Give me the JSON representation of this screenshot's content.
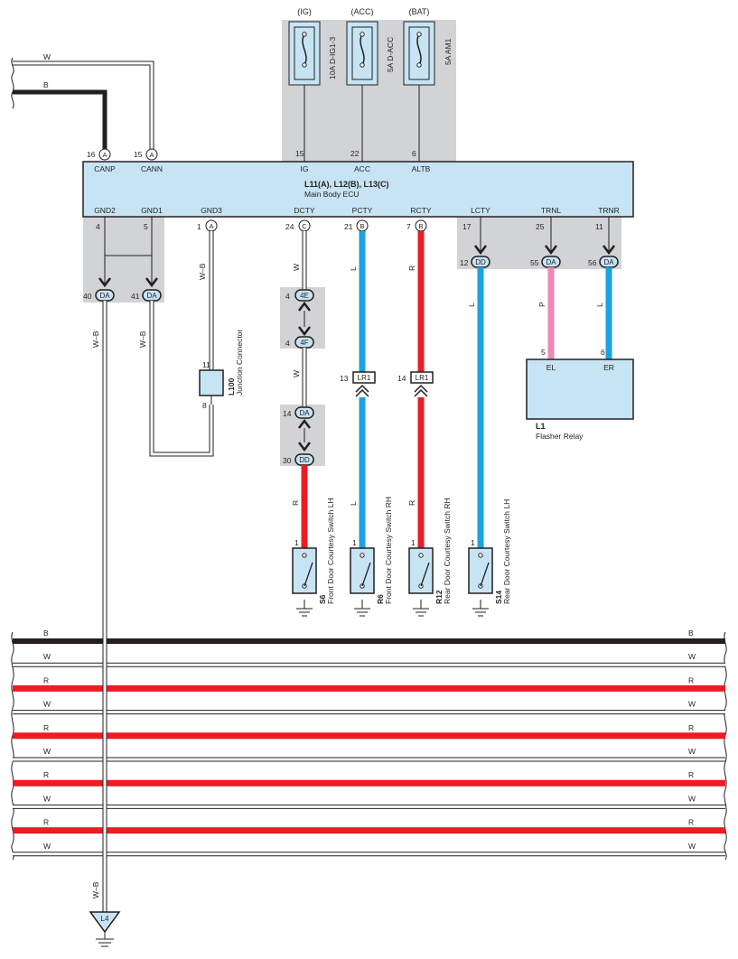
{
  "colors": {
    "black_wire": "#231f20",
    "blue_wire": "#1aa3df",
    "red_wire": "#ec1c24",
    "pink_wire": "#ef87b5",
    "component_fill": "#c7e4f4",
    "shade": "#d2d3d5"
  },
  "left_bus": {
    "w_label": "W",
    "b_label": "B"
  },
  "fuses": [
    {
      "source": "(IG)",
      "name": "10A D-IG1-3",
      "ecu_pin": "15",
      "ecu_label": "IG"
    },
    {
      "source": "(ACC)",
      "name": "5A D-ACC",
      "ecu_pin": "22",
      "ecu_label": "ACC"
    },
    {
      "source": "(BAT)",
      "name": "5A AM1",
      "ecu_pin": "6",
      "ecu_label": "ALTB"
    }
  ],
  "ecu": {
    "id": "L11(A), L12(B), L13(C)",
    "name": "Main Body ECU",
    "top_pins": [
      {
        "num": "16",
        "conn": "A",
        "label": "CANP"
      },
      {
        "num": "15",
        "conn": "A",
        "label": "CANN"
      }
    ],
    "bottom_pins": [
      {
        "num": "4",
        "conn": "",
        "label": "GND2"
      },
      {
        "num": "5",
        "conn": "",
        "label": "GND1"
      },
      {
        "num": "1",
        "conn": "A",
        "label": "GND3"
      },
      {
        "num": "24",
        "conn": "C",
        "label": "DCTY"
      },
      {
        "num": "21",
        "conn": "B",
        "label": "PCTY"
      },
      {
        "num": "7",
        "conn": "B",
        "label": "RCTY"
      },
      {
        "num": "17",
        "conn": "",
        "label": "LCTY"
      },
      {
        "num": "25",
        "conn": "",
        "label": "TRNL"
      },
      {
        "num": "11",
        "conn": "",
        "label": "TRNR"
      }
    ]
  },
  "connectors": {
    "da40": {
      "num": "40",
      "id": "DA"
    },
    "da41": {
      "num": "41",
      "id": "DA"
    },
    "dd12": {
      "num": "12",
      "id": "DD"
    },
    "da55": {
      "num": "55",
      "id": "DA"
    },
    "da56": {
      "num": "56",
      "id": "DA"
    },
    "e4": {
      "num": "4",
      "id": "4E"
    },
    "f4": {
      "num": "4",
      "id": "4F"
    },
    "da14": {
      "num": "14",
      "id": "DA"
    },
    "dd30": {
      "num": "30",
      "id": "DD"
    },
    "lr13": {
      "num": "13",
      "id": "LR1"
    },
    "lr14": {
      "num": "14",
      "id": "LR1"
    }
  },
  "wire_labels": {
    "gnd_wb": "W–B",
    "gnd3_wb": "W–B",
    "dcty_w": "W",
    "dcty_w2": "W",
    "dcty_r": "R",
    "pcty_l": "L",
    "pcty_l2": "L",
    "rcty_r": "R",
    "rcty_r2": "R",
    "lcty_l": "L",
    "trnl_p": "P",
    "trnr_l": "L",
    "ground_wb": "W–B"
  },
  "junction": {
    "id": "L100",
    "name": "Junction Connector",
    "pin_top": "11",
    "pin_bottom": "8"
  },
  "flasher": {
    "id": "L1",
    "name": "Flasher Relay",
    "pin_el": "5",
    "pin_er": "6",
    "label_el": "EL",
    "label_er": "ER"
  },
  "switches": [
    {
      "id": "S6",
      "name": "Front Door Courtesy Switch LH",
      "pin": "1"
    },
    {
      "id": "R6",
      "name": "Front Door Courtesy Switch RH",
      "pin": "1"
    },
    {
      "id": "R12",
      "name": "Rear Door Courtesy Switch RH",
      "pin": "1"
    },
    {
      "id": "S14",
      "name": "Rear Door Courtesy Switch LH",
      "pin": "1"
    }
  ],
  "ground_point": "L4",
  "bus_wires": [
    {
      "label": "B",
      "color": "black"
    },
    {
      "label": "W",
      "color": "white"
    },
    {
      "label": "R",
      "color": "red"
    },
    {
      "label": "W",
      "color": "white"
    },
    {
      "label": "R",
      "color": "red"
    },
    {
      "label": "W",
      "color": "white"
    },
    {
      "label": "R",
      "color": "red"
    },
    {
      "label": "W",
      "color": "white"
    },
    {
      "label": "R",
      "color": "red"
    },
    {
      "label": "W",
      "color": "white"
    }
  ]
}
